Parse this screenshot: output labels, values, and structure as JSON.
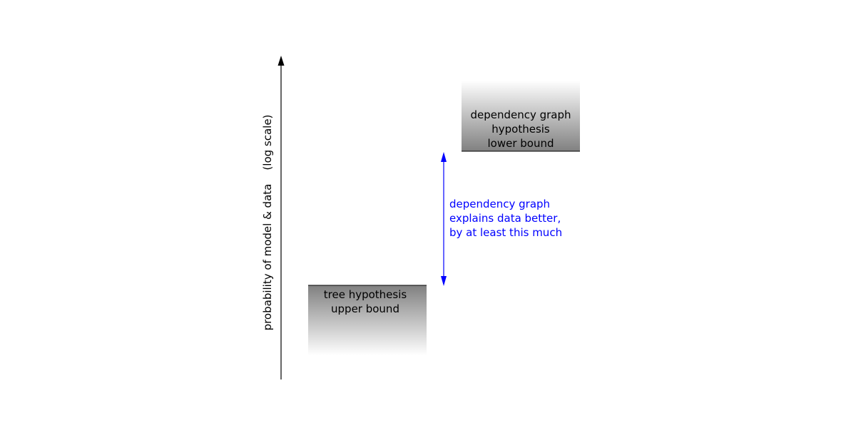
{
  "axis": {
    "label": "probability of model & data",
    "scale_label": "(log scale)"
  },
  "tree_box": {
    "lines": [
      "tree hypothesis",
      "upper bound"
    ]
  },
  "graph_box": {
    "lines": [
      "dependency graph",
      "hypothesis",
      "lower bound"
    ]
  },
  "gap_annotation": {
    "lines": [
      "dependency graph",
      "explains data better,",
      "by at least this much"
    ]
  },
  "colors": {
    "axis": "#000000",
    "annotation": "#0000ff",
    "box_dark": "#808080",
    "box_light": "#ffffff"
  }
}
